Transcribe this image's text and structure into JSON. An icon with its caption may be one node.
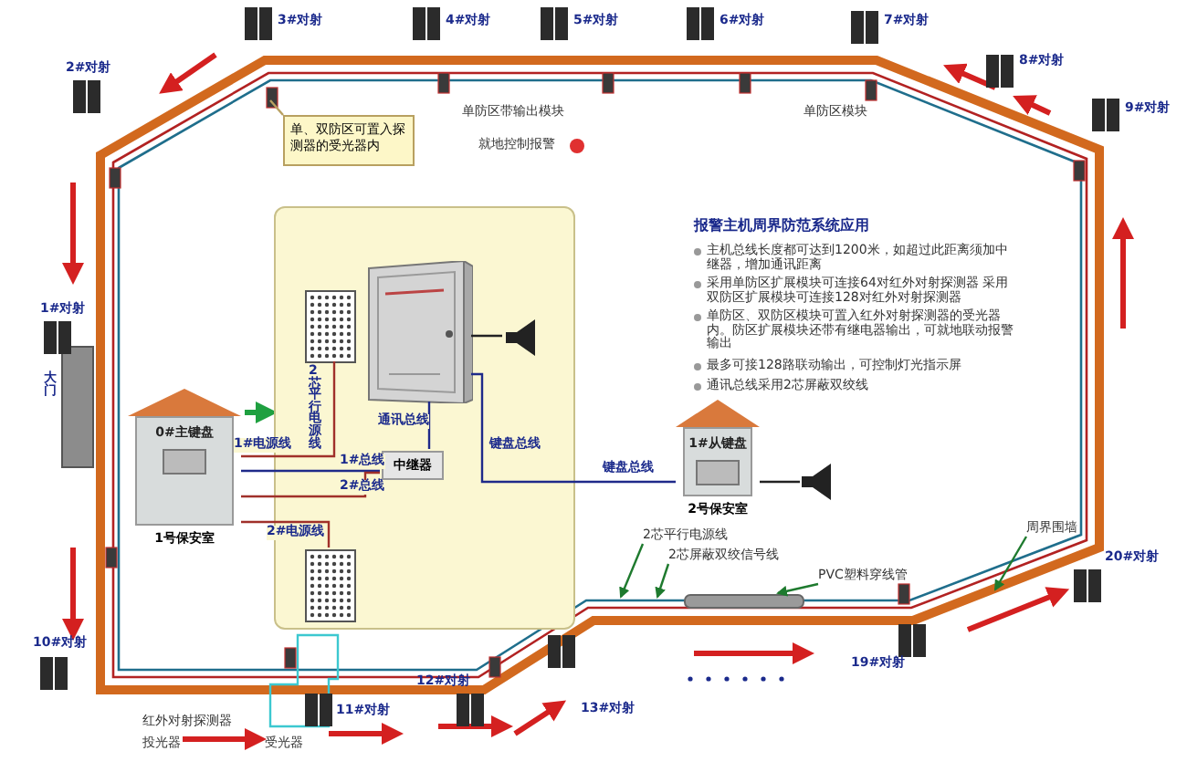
{
  "diagram": {
    "title": "报警主机周界防范系统应用",
    "nodes": [
      {
        "text": [],
        "shape": "box"
      },
      {
        "text": [],
        "shape": "picture",
        "in": 0
      },
      {
        "text": [],
        "shape": "picture",
        "in": 0
      },
      {
        "text": [],
        "shape": "picture",
        "in": 0
      },
      {
        "text": [
          "中继器"
        ],
        "in": 0
      },
      {
        "text": [
          "0#主键盘"
        ],
        "beside": [
          "1号保安室"
        ]
      },
      {
        "text": [
          "1#从键盘"
        ],
        "beside": [
          "2号保安室"
        ]
      },
      {
        "text": [],
        "shape": "picture",
        "in": 0
      },
      {
        "text": [],
        "shape": "picture"
      },
      {
        "text": [
          "单、双防区可置入探测器的受光器内"
        ]
      },
      {
        "text": [
          "2芯平行电源线"
        ]
      },
      {
        "text": [
          "2芯屏蔽双绞信号线"
        ]
      },
      {
        "text": [
          "PVC塑料穿线管"
        ]
      },
      {
        "text": [
          "周界围墙"
        ]
      }
    ],
    "edges": [
      {
        "from": 5,
        "to": 4,
        "arrow": "none",
        "label": "1#总线",
        "color": "#1f2a8a"
      },
      {
        "from": 5,
        "to": 4,
        "arrow": "none",
        "label": "2#总线",
        "color": "#a0302a"
      },
      {
        "from": 4,
        "to": 1,
        "arrow": "none",
        "label": "通讯总线",
        "color": "#1f2a8a"
      },
      {
        "from": 1,
        "to": 6,
        "arrow": "none",
        "label": "键盘总线",
        "color": "#1f2a8a"
      },
      {
        "from": 2,
        "to": 5,
        "arrow": "none",
        "label": "1#电源线",
        "color": "#a0302a"
      },
      {
        "from": 3,
        "to": 5,
        "arrow": "none",
        "label": "2#电源线",
        "color": "#a0302a"
      },
      {
        "from": 1,
        "to": 7,
        "arrow": "none",
        "color": "#222222"
      },
      {
        "from": 6,
        "to": 8,
        "arrow": "none",
        "color": "#222222"
      },
      {
        "from": 9,
        "to": null,
        "arrow": "none",
        "color": "#b8a060"
      },
      {
        "from": 10,
        "to": null,
        "arrow": "to",
        "color": "#1e7a2e"
      },
      {
        "from": 11,
        "to": null,
        "arrow": "to",
        "color": "#1e7a2e"
      },
      {
        "from": 12,
        "to": null,
        "arrow": "to",
        "color": "#1e7a2e"
      },
      {
        "from": 13,
        "to": null,
        "arrow": "to",
        "color": "#1e7a2e"
      }
    ],
    "labels": [
      "3#对射",
      "4#对射",
      "5#对射",
      "6#对射",
      "7#对射",
      "8#对射",
      "2#对射",
      "单防区带输出模块",
      "单防区模块",
      "就地控制报警",
      "9#对射",
      "主机总线长度都可达到1200米，如超过此距离须加中继器，增加通讯距离",
      "采用单防区扩展模块可连接64对红外对射探测器 采用双防区扩展模块可连接128对红外对射探测器",
      "单防区、双防区模块可置入红外对射探测器的受光器内。防区扩展模块还带有继电器输出，可就地联动报警输出",
      "最多可接128路联动输出，可控制灯光指示屏",
      "通讯总线采用2芯屏蔽双绞线",
      "1#对射",
      "2芯平行电源线",
      "大门",
      "键盘总线",
      "20#对射",
      "10#对射",
      "19#对射",
      "13#对射",
      "红外对射探测器",
      "11#对射",
      "12#对射",
      "投光器",
      "受光器"
    ]
  }
}
